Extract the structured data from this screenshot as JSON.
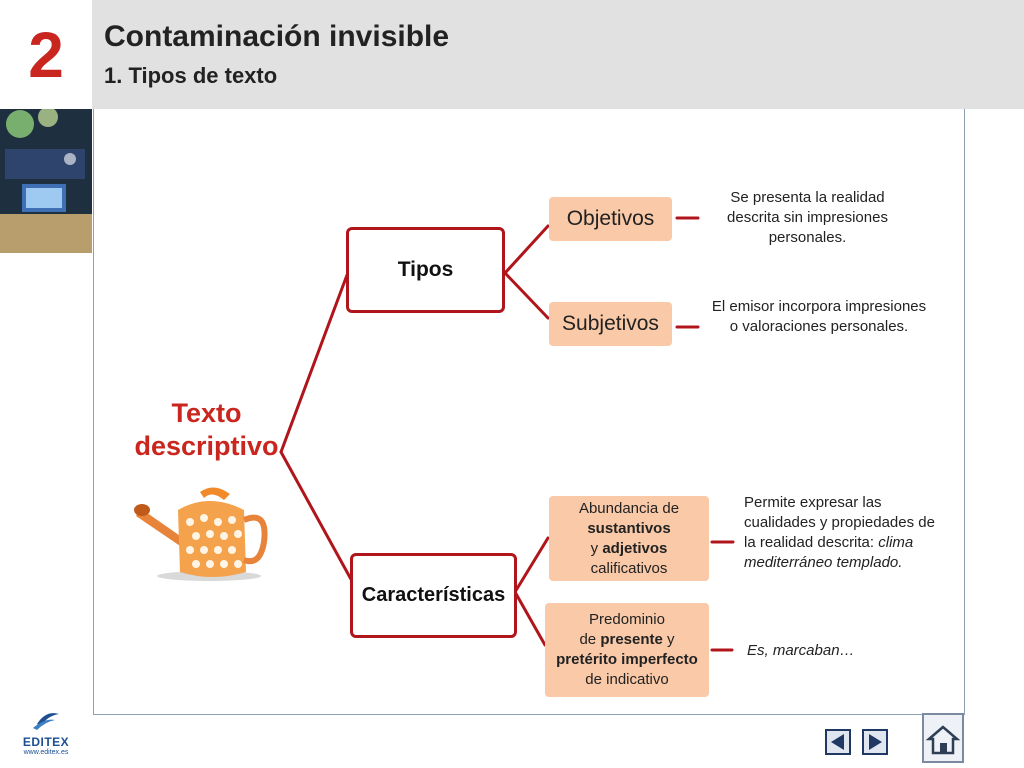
{
  "header": {
    "chapter_number": "2",
    "title": "Contaminación invisible",
    "subtitle": "1. Tipos de texto"
  },
  "diagram": {
    "root": {
      "line1": "Texto",
      "line2": "descriptivo"
    },
    "branches": [
      {
        "label": "Tipos",
        "children": [
          {
            "label": "Objetivos",
            "description": "Se presenta la realidad descrita sin impresiones personales."
          },
          {
            "label": "Subjetivos",
            "description": "El emisor incorpora impresiones o valoraciones personales."
          }
        ]
      },
      {
        "label": "Características",
        "children": [
          {
            "label_parts": [
              "Abundancia de",
              "sustantivos",
              "y",
              "adjetivos",
              "calificativos"
            ],
            "description_parts": [
              "Permite expresar las cualidades y propiedades de la realidad descrita:",
              "clima mediterráneo templado."
            ]
          },
          {
            "label_parts": [
              "Predominio",
              "de",
              "presente",
              "y",
              "pretérito imperfecto",
              "de indicativo"
            ],
            "description": "Es, marcaban…"
          }
        ]
      }
    ]
  },
  "colors": {
    "accent": "#c8261e",
    "line": "#b0151b",
    "peach": "#f9c9a8",
    "header_bg": "#e1e1e1"
  },
  "footer": {
    "logo_text": "EDITEX",
    "logo_url": "www.editex.es",
    "prev_icon": "triangle-left-icon",
    "next_icon": "triangle-right-icon",
    "home_icon": "home-icon"
  }
}
